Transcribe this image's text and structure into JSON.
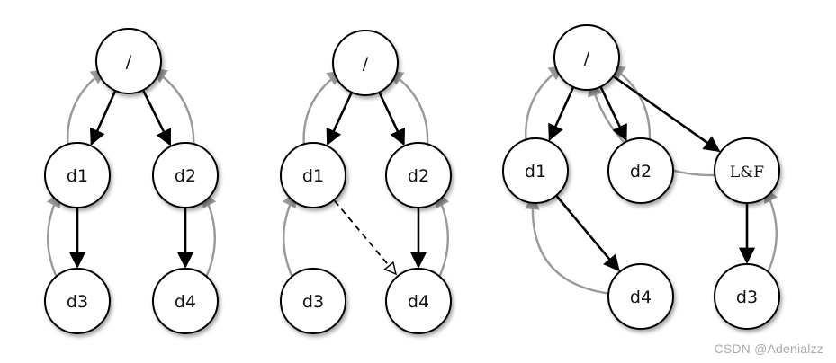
{
  "colors": {
    "tree_edge": "#000000",
    "parent_edge": "#999999",
    "node_fill": "#ffffff",
    "node_stroke": "#000000"
  },
  "diagrams": [
    {
      "nodes": [
        {
          "id": "root",
          "label": "/"
        },
        {
          "id": "d1",
          "label": "d1"
        },
        {
          "id": "d2",
          "label": "d2"
        },
        {
          "id": "d3",
          "label": "d3"
        },
        {
          "id": "d4",
          "label": "d4"
        }
      ],
      "tree_edges": [
        [
          "root",
          "d1"
        ],
        [
          "root",
          "d2"
        ],
        [
          "d1",
          "d3"
        ],
        [
          "d2",
          "d4"
        ]
      ],
      "parent_edges": [
        [
          "d1",
          "root"
        ],
        [
          "d2",
          "root"
        ],
        [
          "d3",
          "d1"
        ],
        [
          "d4",
          "d2"
        ]
      ],
      "link_edges": []
    },
    {
      "nodes": [
        {
          "id": "root",
          "label": "/"
        },
        {
          "id": "d1",
          "label": "d1"
        },
        {
          "id": "d2",
          "label": "d2"
        },
        {
          "id": "d3",
          "label": "d3"
        },
        {
          "id": "d4",
          "label": "d4"
        }
      ],
      "tree_edges": [
        [
          "root",
          "d1"
        ],
        [
          "root",
          "d2"
        ],
        [
          "d2",
          "d4"
        ]
      ],
      "parent_edges": [
        [
          "d1",
          "root"
        ],
        [
          "d2",
          "root"
        ],
        [
          "d3",
          "d1"
        ],
        [
          "d4",
          "d2"
        ]
      ],
      "link_edges": [
        [
          "d1",
          "d4"
        ]
      ]
    },
    {
      "nodes": [
        {
          "id": "root",
          "label": "/"
        },
        {
          "id": "d1",
          "label": "d1"
        },
        {
          "id": "d2",
          "label": "d2"
        },
        {
          "id": "lf",
          "label": "L&F"
        },
        {
          "id": "d4",
          "label": "d4"
        },
        {
          "id": "d3",
          "label": "d3"
        }
      ],
      "tree_edges": [
        [
          "root",
          "d1"
        ],
        [
          "root",
          "d2"
        ],
        [
          "root",
          "lf"
        ],
        [
          "d1",
          "d4"
        ],
        [
          "lf",
          "d3"
        ]
      ],
      "parent_edges": [
        [
          "d1",
          "root"
        ],
        [
          "d2",
          "root"
        ],
        [
          "lf",
          "root"
        ],
        [
          "d4",
          "d1"
        ],
        [
          "d3",
          "lf"
        ]
      ],
      "link_edges": []
    }
  ],
  "watermark": "CSDN @Adenialzz"
}
